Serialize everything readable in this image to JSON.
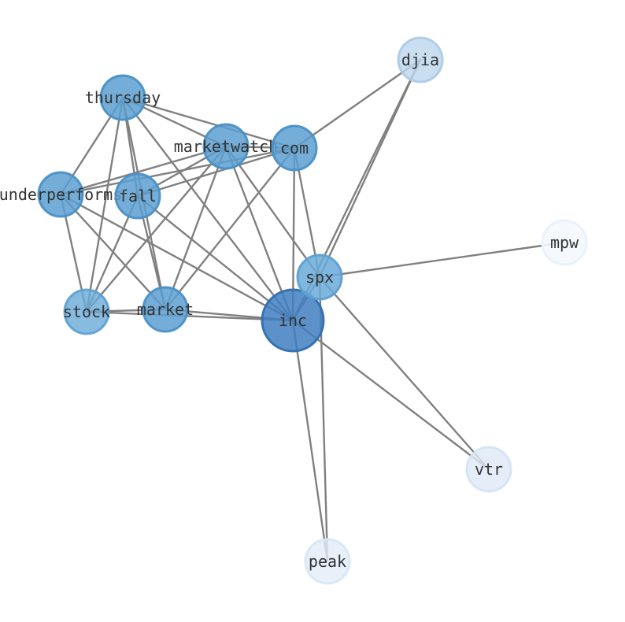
{
  "graph": {
    "nodes": [
      {
        "id": "thursday",
        "label": "thursday",
        "fill": "#5c9fd0",
        "stroke": "#4a90c6",
        "opacity": 0.85
      },
      {
        "id": "marketwatch",
        "label": "marketwatch",
        "fill": "#5c9fd0",
        "stroke": "#4a90c6",
        "opacity": 0.85
      },
      {
        "id": "com",
        "label": "com",
        "fill": "#5c9fd0",
        "stroke": "#4a90c6",
        "opacity": 0.85
      },
      {
        "id": "underperforms",
        "label": "underperforms",
        "fill": "#5c9fd0",
        "stroke": "#4a90c6",
        "opacity": 0.85
      },
      {
        "id": "fall",
        "label": "fall",
        "fill": "#5c9fd0",
        "stroke": "#4a90c6",
        "opacity": 0.85
      },
      {
        "id": "stock",
        "label": "stock",
        "fill": "#6aaad8",
        "stroke": "#5c9fd0",
        "opacity": 0.8
      },
      {
        "id": "market",
        "label": "market",
        "fill": "#5c9fd0",
        "stroke": "#4a90c6",
        "opacity": 0.85
      },
      {
        "id": "inc",
        "label": "inc",
        "fill": "#3f7fc0",
        "stroke": "#2f6fb0",
        "opacity": 0.85
      },
      {
        "id": "spx",
        "label": "spx",
        "fill": "#6aaad8",
        "stroke": "#5c9fd0",
        "opacity": 0.85
      },
      {
        "id": "djia",
        "label": "djia",
        "fill": "#bcd6ec",
        "stroke": "#a9cae6",
        "opacity": 0.8
      },
      {
        "id": "mpw",
        "label": "mpw",
        "fill": "#f4f8fd",
        "stroke": "#eaf1fa",
        "opacity": 0.9
      },
      {
        "id": "vtr",
        "label": "vtr",
        "fill": "#dfeaf6",
        "stroke": "#d3e3f3",
        "opacity": 0.8
      },
      {
        "id": "peak",
        "label": "peak",
        "fill": "#e2ecf8",
        "stroke": "#d6e5f5",
        "opacity": 0.8
      }
    ],
    "edges": [
      [
        "thursday",
        "marketwatch"
      ],
      [
        "thursday",
        "com"
      ],
      [
        "thursday",
        "underperforms"
      ],
      [
        "thursday",
        "fall"
      ],
      [
        "thursday",
        "stock"
      ],
      [
        "thursday",
        "market"
      ],
      [
        "thursday",
        "inc"
      ],
      [
        "marketwatch",
        "com"
      ],
      [
        "marketwatch",
        "underperforms"
      ],
      [
        "marketwatch",
        "fall"
      ],
      [
        "marketwatch",
        "stock"
      ],
      [
        "marketwatch",
        "market"
      ],
      [
        "marketwatch",
        "inc"
      ],
      [
        "marketwatch",
        "spx"
      ],
      [
        "com",
        "underperforms"
      ],
      [
        "com",
        "fall"
      ],
      [
        "com",
        "market"
      ],
      [
        "com",
        "inc"
      ],
      [
        "com",
        "spx"
      ],
      [
        "com",
        "djia"
      ],
      [
        "underperforms",
        "stock"
      ],
      [
        "underperforms",
        "market"
      ],
      [
        "underperforms",
        "inc"
      ],
      [
        "fall",
        "stock"
      ],
      [
        "fall",
        "market"
      ],
      [
        "fall",
        "inc"
      ],
      [
        "stock",
        "market"
      ],
      [
        "stock",
        "inc"
      ],
      [
        "market",
        "inc"
      ],
      [
        "inc",
        "spx"
      ],
      [
        "inc",
        "vtr"
      ],
      [
        "inc",
        "peak"
      ],
      [
        "inc",
        "djia"
      ],
      [
        "spx",
        "djia"
      ],
      [
        "spx",
        "mpw"
      ],
      [
        "spx",
        "vtr"
      ],
      [
        "spx",
        "peak"
      ]
    ]
  }
}
